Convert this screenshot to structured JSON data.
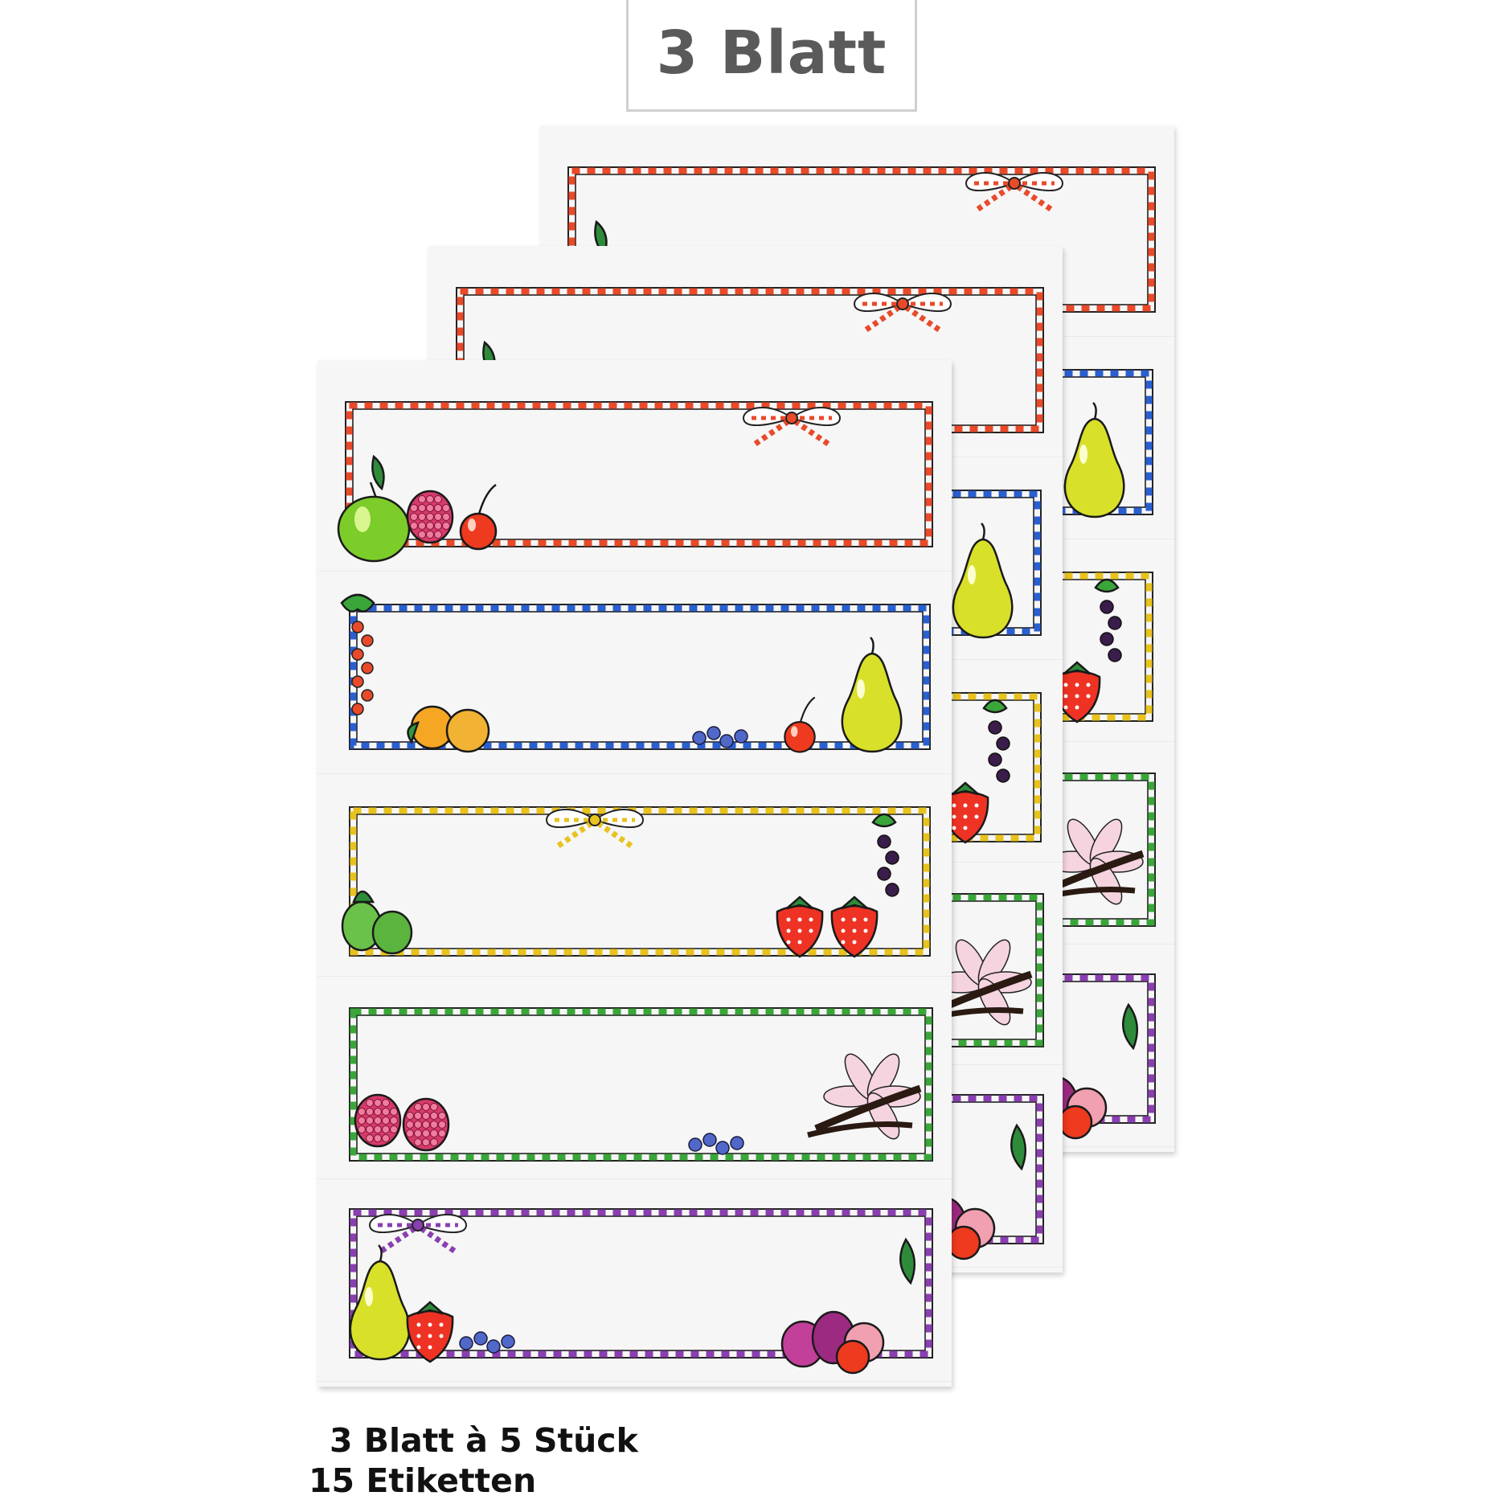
{
  "badge": {
    "text": "3 Blatt"
  },
  "caption": {
    "line1": "3 Blatt à 5 Stück",
    "line2": "15 Etiketten"
  },
  "sheets": [
    {
      "id": "back",
      "labels": [
        {
          "frame_color": "#e84a2a",
          "motif": "apple-raspberry-cherry-bow"
        },
        {
          "frame_color": "#2a5fd0",
          "motif": "currant-apricot-pear"
        },
        {
          "frame_color": "#e8c21e",
          "motif": "gooseberry-strawberry-bow"
        },
        {
          "frame_color": "#3aa63a",
          "motif": "raspberry-lily-vanilla"
        },
        {
          "frame_color": "#8a3fb0",
          "motif": "pear-strawberry-plum-bow"
        }
      ]
    },
    {
      "id": "mid",
      "labels": [
        {
          "frame_color": "#e84a2a",
          "motif": "apple-raspberry-cherry-bow"
        },
        {
          "frame_color": "#2a5fd0",
          "motif": "currant-apricot-pear"
        },
        {
          "frame_color": "#e8c21e",
          "motif": "gooseberry-strawberry-bow"
        },
        {
          "frame_color": "#3aa63a",
          "motif": "raspberry-lily-vanilla"
        },
        {
          "frame_color": "#8a3fb0",
          "motif": "pear-strawberry-plum-bow"
        }
      ]
    },
    {
      "id": "front",
      "labels": [
        {
          "frame_color": "#e84a2a",
          "motif": "apple-raspberry-cherry-bow"
        },
        {
          "frame_color": "#2a5fd0",
          "motif": "currant-apricot-pear"
        },
        {
          "frame_color": "#e8c21e",
          "motif": "gooseberry-strawberry-bow"
        },
        {
          "frame_color": "#3aa63a",
          "motif": "raspberry-lily-vanilla"
        },
        {
          "frame_color": "#8a3fb0",
          "motif": "pear-strawberry-plum-bow"
        }
      ]
    }
  ]
}
